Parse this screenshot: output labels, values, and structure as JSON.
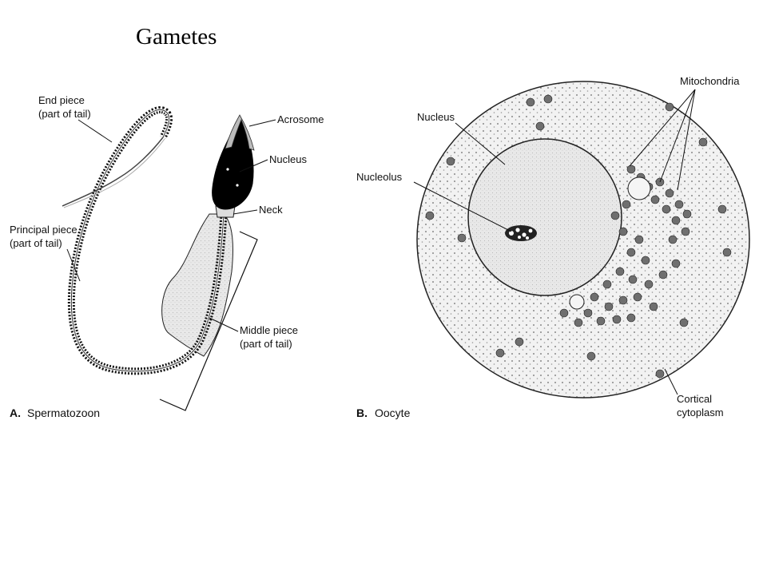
{
  "title": "Gametes",
  "panel_a": {
    "caption_letter": "A.",
    "caption_name": "Spermatozoon",
    "labels": {
      "end_piece": [
        "End piece",
        "(part of tail)"
      ],
      "principal_piece": [
        "Principal piece",
        "(part of tail)"
      ],
      "acrosome": "Acrosome",
      "nucleus": "Nucleus",
      "neck": "Neck",
      "middle_piece": [
        "Middle piece",
        "(part of tail)"
      ]
    }
  },
  "panel_b": {
    "caption_letter": "B.",
    "caption_name": "Oocyte",
    "labels": {
      "nucleus": "Nucleus",
      "nucleolus": "Nucleolus",
      "mitochondria": "Mitochondria",
      "cortical_cytoplasm": [
        "Cortical",
        "cytoplasm"
      ]
    }
  },
  "colors": {
    "line": "#111111",
    "head": "#000000",
    "cytoplasm_fill": "#f1f1f1",
    "nucleus_fill": "#e6e6e6",
    "mitochondria_fill": "#6f6f6f"
  }
}
